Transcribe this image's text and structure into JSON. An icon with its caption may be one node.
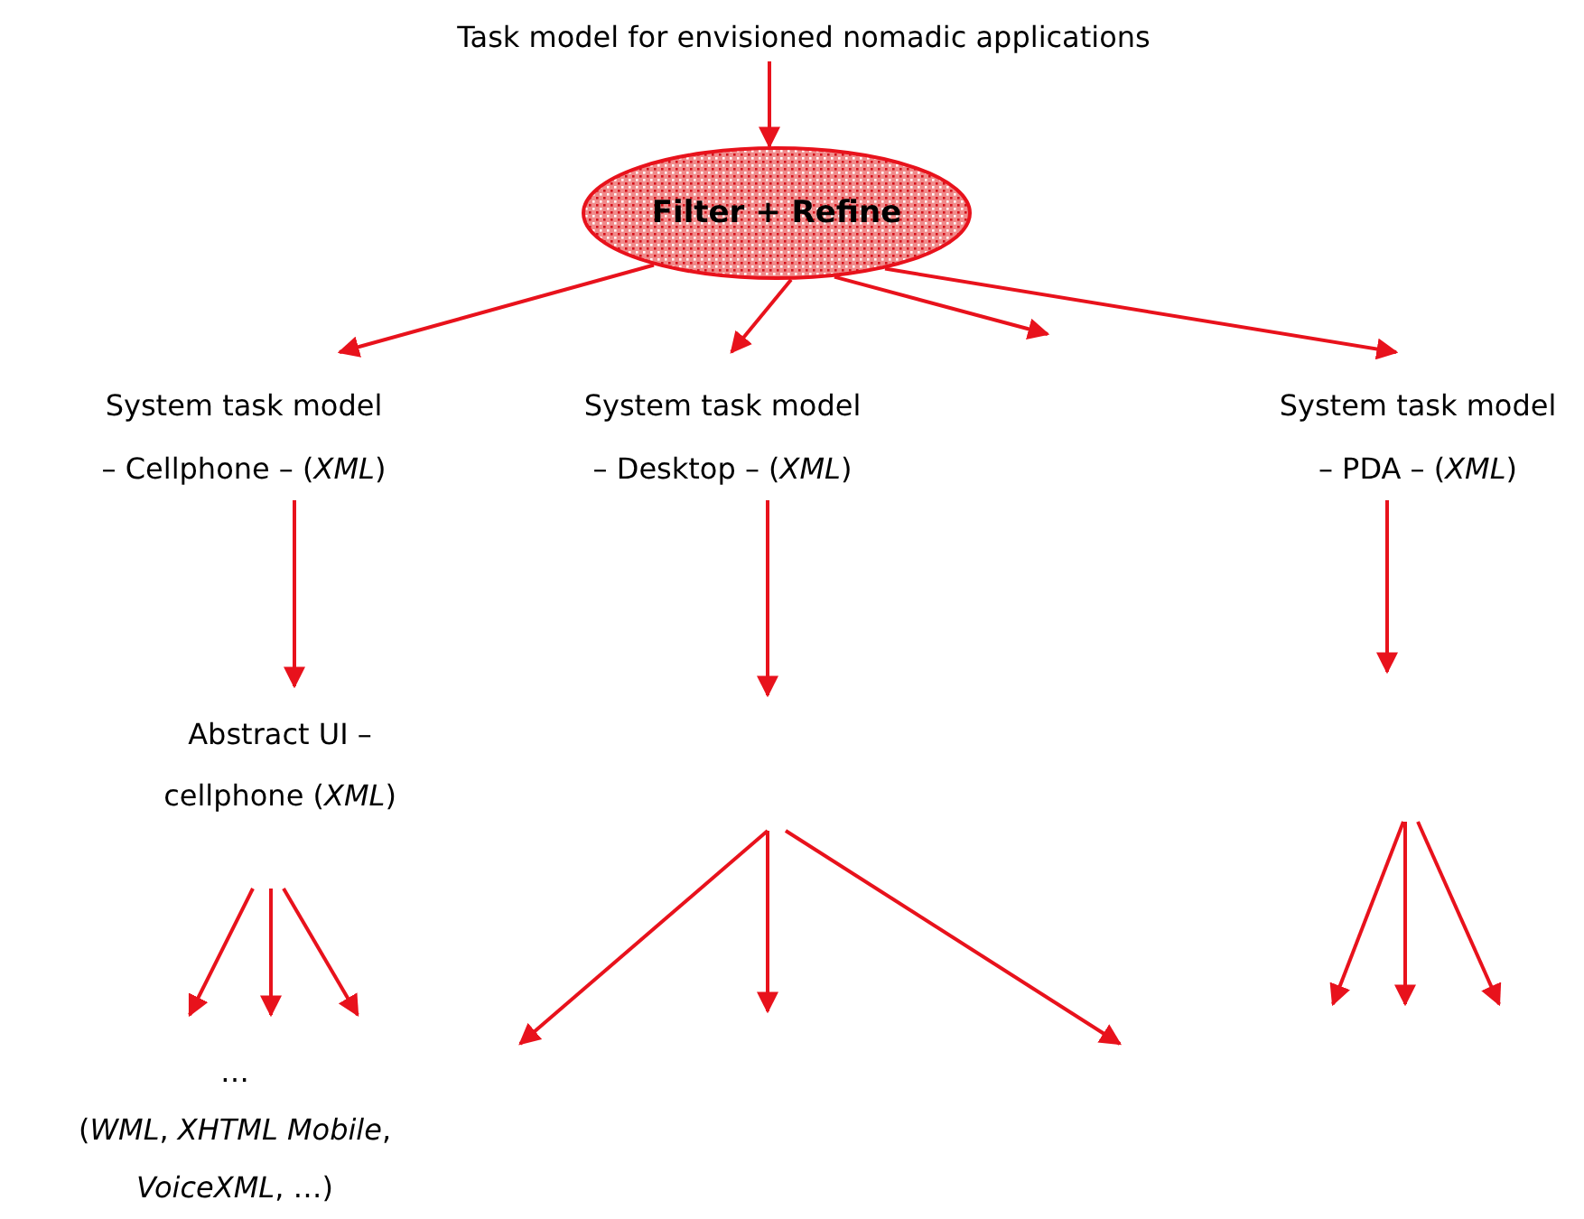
{
  "diagram": {
    "nodes": [
      {
        "text": [
          "Task model for envisioned nomadic applications"
        ]
      },
      {
        "text": [
          "Filter + Refine"
        ]
      },
      {
        "text": [
          "System task model",
          "– Cellphone – (*XML*)"
        ]
      },
      {
        "text": [
          "System task model",
          "– Desktop – (*XML*)"
        ]
      },
      {
        "text": [
          "System task model",
          "– PDA – (*XML*)"
        ]
      },
      {
        "text": [
          "Abstract UI – cellphone (*XML*)"
        ]
      },
      {
        "text": [
          "…",
          "(*WML*, *XHTML Mobile*, *VoiceXML*, …)"
        ]
      }
    ],
    "edges": [
      {
        "from": 0,
        "to": 1,
        "arrow": "to"
      },
      {
        "from": 1,
        "to": 2,
        "arrow": "to"
      },
      {
        "from": 1,
        "to": 3,
        "arrow": "to"
      },
      {
        "from": 1,
        "to": null,
        "arrow": "to"
      },
      {
        "from": 1,
        "to": 4,
        "arrow": "to"
      },
      {
        "from": 2,
        "to": 5,
        "arrow": "to"
      },
      {
        "from": 3,
        "to": null,
        "arrow": "to"
      },
      {
        "from": 4,
        "to": null,
        "arrow": "to"
      },
      {
        "from": 5,
        "to": 6,
        "arrow": "to"
      },
      {
        "from": 5,
        "to": 6,
        "arrow": "to"
      },
      {
        "from": 5,
        "to": 6,
        "arrow": "to"
      }
    ]
  }
}
